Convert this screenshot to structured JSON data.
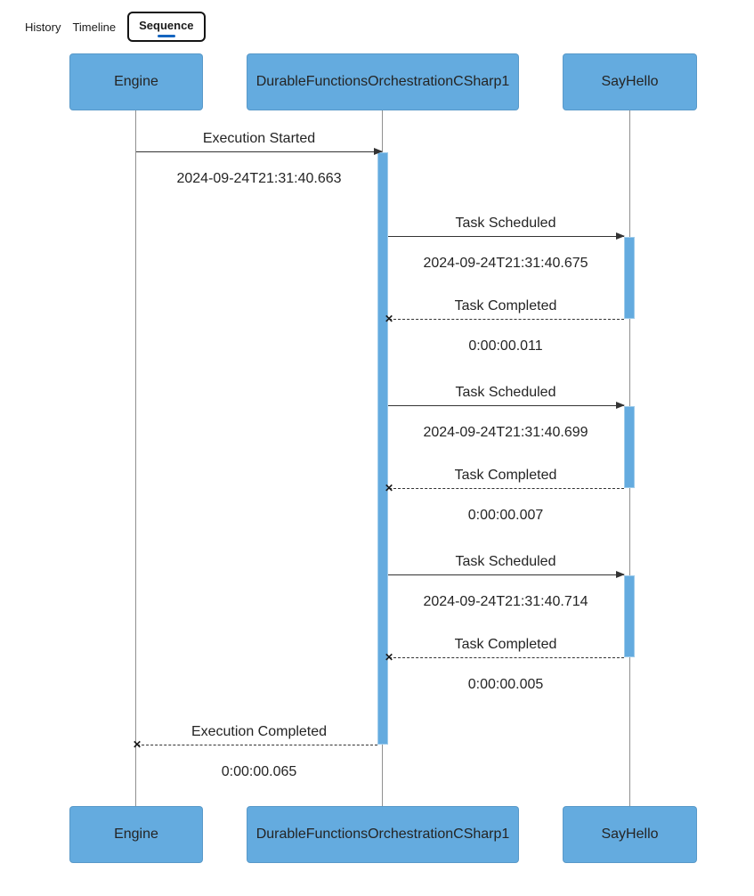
{
  "tabs": {
    "items": [
      {
        "label": "History",
        "active": false
      },
      {
        "label": "Timeline",
        "active": false
      },
      {
        "label": "Sequence",
        "active": true
      }
    ]
  },
  "actors": [
    {
      "name": "Engine"
    },
    {
      "name": "DurableFunctionsOrchestrationCSharp1"
    },
    {
      "name": "SayHello"
    }
  ],
  "messages": [
    {
      "label": "Execution Started",
      "annotation": "2024-09-24T21:31:40.663",
      "from": "Engine",
      "to": "DurableFunctionsOrchestrationCSharp1",
      "style": "solid-arrow"
    },
    {
      "label": "Task Scheduled",
      "annotation": "2024-09-24T21:31:40.675",
      "from": "DurableFunctionsOrchestrationCSharp1",
      "to": "SayHello",
      "style": "solid-arrow"
    },
    {
      "label": "Task Completed",
      "annotation": "0:00:00.011",
      "from": "SayHello",
      "to": "DurableFunctionsOrchestrationCSharp1",
      "style": "dashed-cross"
    },
    {
      "label": "Task Scheduled",
      "annotation": "2024-09-24T21:31:40.699",
      "from": "DurableFunctionsOrchestrationCSharp1",
      "to": "SayHello",
      "style": "solid-arrow"
    },
    {
      "label": "Task Completed",
      "annotation": "0:00:00.007",
      "from": "SayHello",
      "to": "DurableFunctionsOrchestrationCSharp1",
      "style": "dashed-cross"
    },
    {
      "label": "Task Scheduled",
      "annotation": "2024-09-24T21:31:40.714",
      "from": "DurableFunctionsOrchestrationCSharp1",
      "to": "SayHello",
      "style": "solid-arrow"
    },
    {
      "label": "Task Completed",
      "annotation": "0:00:00.005",
      "from": "SayHello",
      "to": "DurableFunctionsOrchestrationCSharp1",
      "style": "dashed-cross"
    },
    {
      "label": "Execution Completed",
      "annotation": "0:00:00.065",
      "from": "DurableFunctionsOrchestrationCSharp1",
      "to": "Engine",
      "style": "dashed-cross"
    }
  ],
  "icons": {
    "arrowhead": "filled-triangle-right",
    "cross_end": "✕"
  },
  "colors": {
    "actor_fill": "#64abdf",
    "activation_fill": "#64abdf",
    "tab_underline": "#1565c0",
    "tab_border": "#141414",
    "lifeline": "#909090",
    "message_line": "#333333",
    "text": "#242424"
  }
}
